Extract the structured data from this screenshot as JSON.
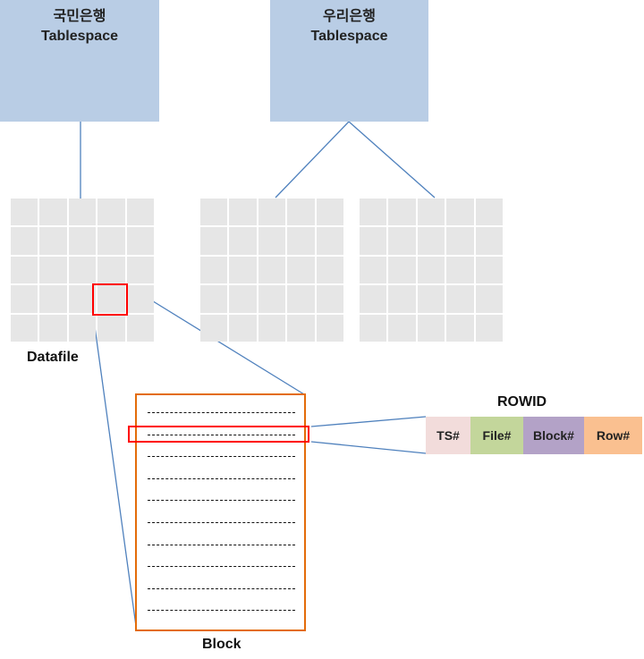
{
  "tablespaces": [
    {
      "name": "국민은행",
      "subtitle": "Tablespace"
    },
    {
      "name": "우리은행",
      "subtitle": "Tablespace"
    }
  ],
  "datafile_label": "Datafile",
  "block_label": "Block",
  "block_rows": 10,
  "rowid": {
    "title": "ROWID",
    "segments": [
      {
        "label": "TS#",
        "color": "#f2dcdb"
      },
      {
        "label": "File#",
        "color": "#c3d69b"
      },
      {
        "label": "Block#",
        "color": "#b3a2c7"
      },
      {
        "label": "Row#",
        "color": "#fac090"
      }
    ]
  },
  "colors": {
    "tablespace_fill": "#b9cde5",
    "grid_cell": "#e6e6e6",
    "connector": "#4f81bd",
    "highlight": "#ff0000",
    "block_border": "#e36c0a"
  }
}
